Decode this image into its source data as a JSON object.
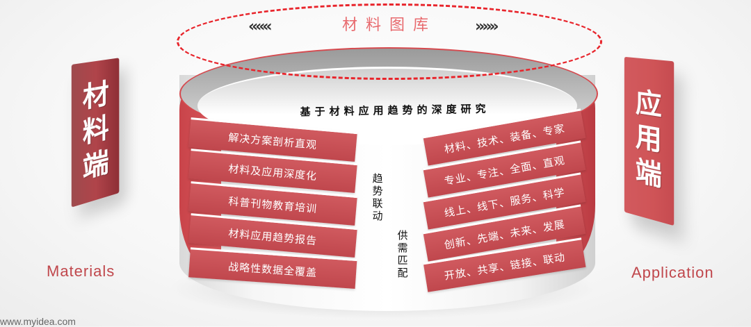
{
  "title": "材料图库",
  "headline": "基于材料应用趋势的深度研究",
  "left_panel": {
    "chars": [
      "材",
      "料",
      "端"
    ],
    "label": "Materials"
  },
  "right_panel": {
    "chars": [
      "应",
      "用",
      "端"
    ],
    "label": "Application"
  },
  "left_bands": [
    "解决方案剖析直观",
    "材料及应用深度化",
    "科普刊物教育培训",
    "材料应用趋势报告",
    "战略性数据全覆盖"
  ],
  "right_bands": [
    "材料、技术、装备、专家",
    "专业、专注、全面、直观",
    "线上、线下、服务、科学",
    "创新、先端、未来、发展",
    "开放、共享、链接、联动"
  ],
  "center_labels": {
    "trend": "趋势联动",
    "supply": "供需匹配"
  },
  "watermark": "www.myidea.com",
  "icons": {
    "left_chevrons": "«««",
    "right_chevrons": "»»»"
  },
  "colors": {
    "accent_red": "#c0474d",
    "dash_red": "#e8242b",
    "label_red": "#c0474c"
  }
}
